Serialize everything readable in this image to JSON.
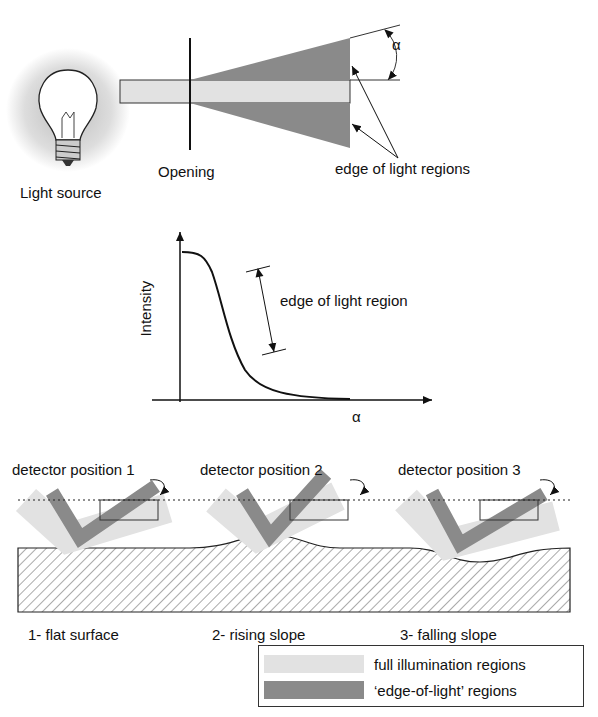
{
  "diagram": {
    "labels": [
      "Light source",
      "Opening",
      "edge of light regions",
      "α",
      "Intensity",
      "edge of light region",
      "α",
      "detector position 1",
      "detector position 2",
      "detector position 3",
      "1- flat surface",
      "2- rising slope",
      "3- falling slope"
    ],
    "legend": [
      {
        "text": "full illumination regions",
        "color": "#e2e2e2"
      },
      {
        "text": "‘edge-of-light’ regions",
        "color": "#8a8a8a"
      }
    ]
  }
}
